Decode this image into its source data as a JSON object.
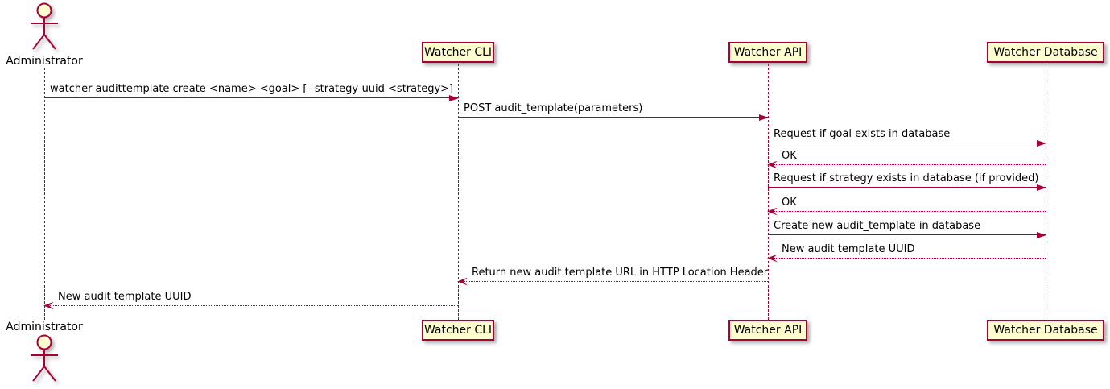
{
  "diagram": {
    "type": "sequence-diagram",
    "actor": {
      "name": "Administrator"
    },
    "participants": [
      {
        "id": "cli",
        "label": "Watcher CLI"
      },
      {
        "id": "api",
        "label": "Watcher API"
      },
      {
        "id": "db",
        "label": "Watcher Database"
      }
    ],
    "messages": [
      {
        "from": "Administrator",
        "to": "Watcher CLI",
        "line": "solid",
        "text": "watcher audittemplate create <name> <goal> [--strategy-uuid <strategy>]"
      },
      {
        "from": "Watcher CLI",
        "to": "Watcher API",
        "line": "solid",
        "text": "POST audit_template(parameters)"
      },
      {
        "from": "Watcher API",
        "to": "Watcher Database",
        "line": "solid",
        "text": "Request if goal exists in database"
      },
      {
        "from": "Watcher Database",
        "to": "Watcher API",
        "line": "dotted",
        "text": "OK"
      },
      {
        "from": "Watcher API",
        "to": "Watcher Database",
        "line": "solid",
        "text": "Request if strategy exists in database (if provided)"
      },
      {
        "from": "Watcher Database",
        "to": "Watcher API",
        "line": "dotted",
        "text": "OK"
      },
      {
        "from": "Watcher API",
        "to": "Watcher Database",
        "line": "solid",
        "text": "Create new audit_template in database"
      },
      {
        "from": "Watcher Database",
        "to": "Watcher API",
        "line": "dotted",
        "text": "New audit template UUID"
      },
      {
        "from": "Watcher API",
        "to": "Watcher CLI",
        "line": "dotted",
        "text": "Return new audit template URL in HTTP Location Header"
      },
      {
        "from": "Watcher CLI",
        "to": "Administrator",
        "line": "dotted",
        "text": "New audit template UUID"
      }
    ],
    "colors": {
      "box_fill": "#FEFECE",
      "line": "#A80036",
      "text": "#000000",
      "background": "#FFFFFF"
    }
  }
}
